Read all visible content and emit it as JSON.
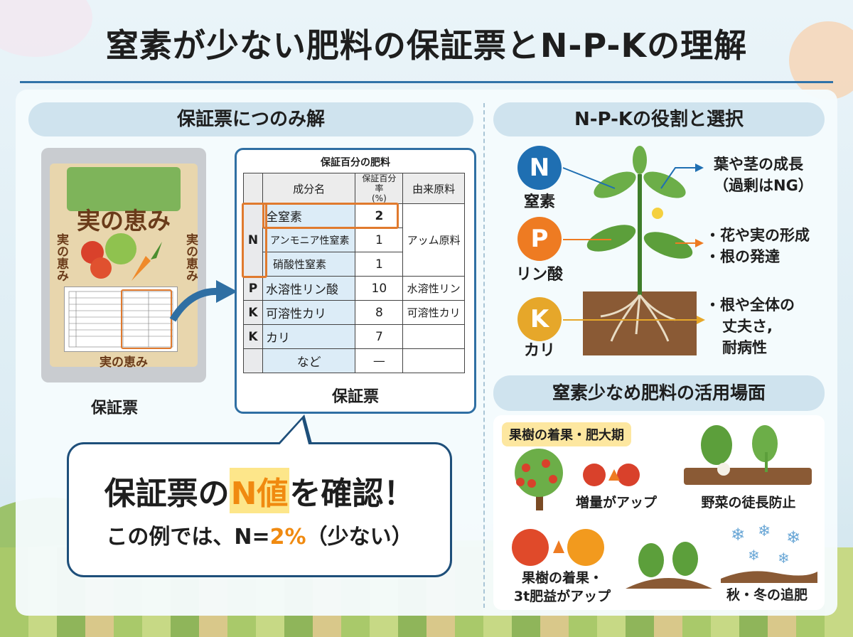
{
  "title": "窒素が少ない肥料の保証票とN-P-Kの理解",
  "left_section": {
    "heading": "保証票につのみ解",
    "bag": {
      "brand": "実の恵み",
      "side_left": "実の恵み",
      "side_right": "実の恵み",
      "bottom": "実の恵み"
    },
    "bag_caption": "保証票",
    "table": {
      "title": "保証百分の肥料",
      "headers": [
        "成分名",
        "保証百分率\n(%)",
        "由来原料"
      ],
      "rows": [
        {
          "cat": "N",
          "name": "全窒素",
          "value": "2",
          "source": ""
        },
        {
          "cat": "",
          "name": "アンモニア性窒素",
          "value": "1",
          "source": "アッム原料"
        },
        {
          "cat": "",
          "name": "硝酸性窒素",
          "value": "1",
          "source": ""
        },
        {
          "cat": "P",
          "name": "水溶性リン酸",
          "value": "10",
          "source": "水溶性リン"
        },
        {
          "cat": "K",
          "name": "可溶性カリ",
          "value": "8",
          "source": "可溶性カリ"
        },
        {
          "cat": "K",
          "name": "カリ",
          "value": "7",
          "source": ""
        },
        {
          "cat": "",
          "name": "など",
          "value": "—",
          "source": ""
        }
      ],
      "caption": "保証票"
    },
    "callout": {
      "line1_pre": "保証票の",
      "line1_hl": "N値",
      "line1_post": "を確認！",
      "line2_pre": "この例では、N=",
      "line2_hl": "2%",
      "line2_post": "（少ない）"
    }
  },
  "right_section": {
    "heading": "N-P-Kの役割と選択",
    "nutrients": [
      {
        "letter": "N",
        "name": "窒素",
        "color": "#1f6fb2",
        "role_lines": [
          "葉や茎の成長",
          "（過剰はNG）"
        ]
      },
      {
        "letter": "P",
        "name": "リン酸",
        "color": "#ee7b22",
        "role_lines": [
          "・花や実の形成",
          "・根の発達"
        ]
      },
      {
        "letter": "K",
        "name": "カリ",
        "color": "#e6a72a",
        "role_lines": [
          "・根や全体の",
          "丈夫さ,",
          "耐病性"
        ]
      }
    ],
    "usage_heading": "窒素少なめ肥料の活用場面",
    "usage_tag": "果樹の着果・肥大期",
    "scenes": [
      {
        "caption": "増量がアップ"
      },
      {
        "caption": "野菜の徒長防止"
      },
      {
        "caption_lines": [
          "果樹の着果・",
          "3t肥益がアップ"
        ]
      },
      {
        "caption": "秋・冬の追肥"
      }
    ]
  }
}
